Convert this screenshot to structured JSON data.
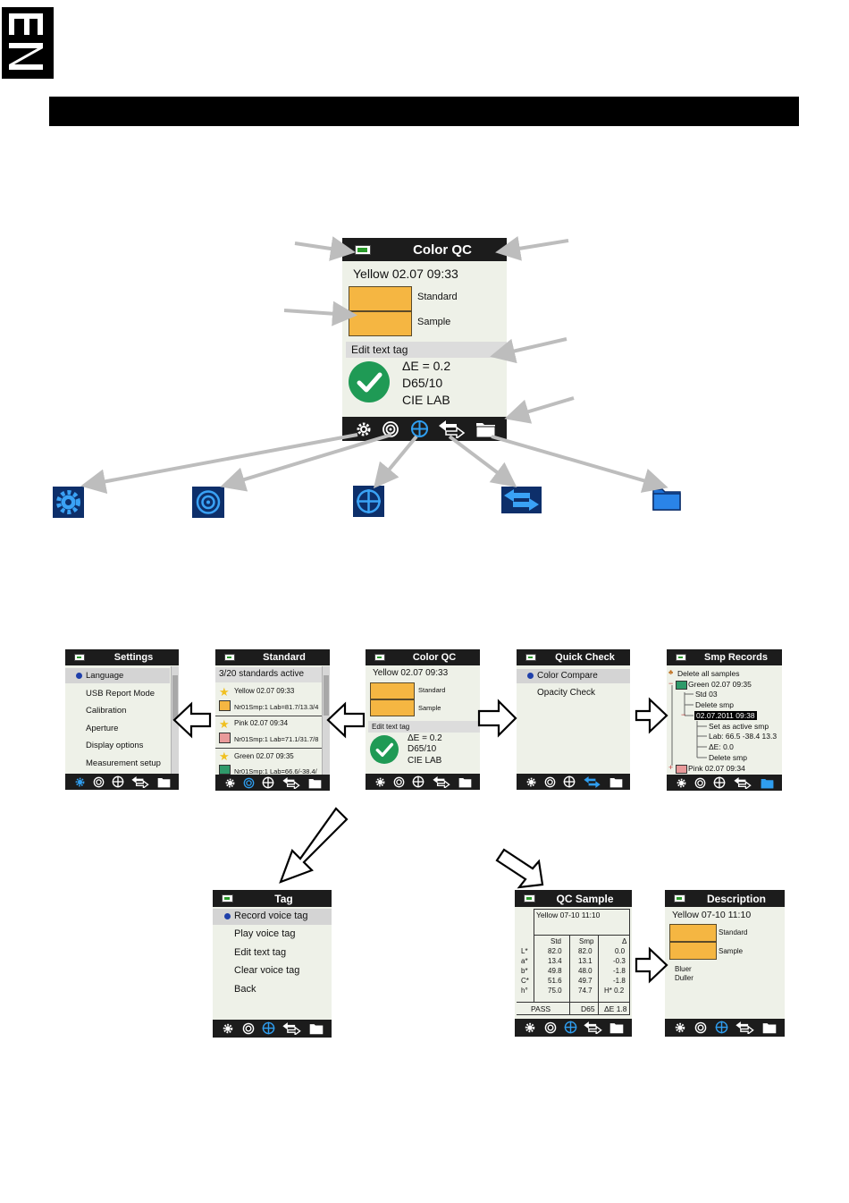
{
  "lang_tab": "EN",
  "colors": {
    "swatch_yellow": "#f5b642",
    "swatch_pink": "#e99a9a",
    "swatch_green": "#2f9a6a",
    "check_green": "#1f9a55",
    "accent_blue": "#1f6fc7",
    "arrow_gray": "#bdbdbd"
  },
  "icons": [
    "gear-icon",
    "target-icon",
    "crosshair-icon",
    "exchange-arrows-icon",
    "folder-icon"
  ],
  "main_screen": {
    "title": "Color QC",
    "sample_name": "Yellow 02.07 09:33",
    "standard_label": "Standard",
    "sample_label": "Sample",
    "edit_tag": "Edit text tag",
    "delta_e": "ΔE = 0.2",
    "illuminant": "D65/10",
    "color_space": "CIE LAB"
  },
  "settings_screen": {
    "title": "Settings",
    "items": [
      "Language",
      "USB Report Mode",
      "Calibration",
      "Aperture",
      "Display options",
      "Measurement setup"
    ]
  },
  "standard_screen": {
    "title": "Standard",
    "status": "3/20 standards active",
    "rows": [
      "Yellow 02.07 09:33",
      "Nr01Smp:1 Lab=81.7/13.3/4",
      "Pink 02.07 09:34",
      "Nr01Smp:1 Lab=71.1/31.7/8",
      "Green 02.07 09:35",
      "Nr01Smp:1 Lab=66.6/-38.4/"
    ]
  },
  "colorqc_small": {
    "title": "Color QC",
    "sample_name": "Yellow 02.07 09:33",
    "standard_label": "Standard",
    "sample_label": "Sample",
    "edit_tag": "Edit text tag",
    "delta_e": "ΔE = 0.2",
    "illuminant": "D65/10",
    "color_space": "CIE LAB"
  },
  "quickcheck_screen": {
    "title": "Quick Check",
    "items": [
      "Color Compare",
      "Opacity Check"
    ]
  },
  "records_screen": {
    "title": "Smp Records",
    "items": [
      "Delete all samples",
      "Green 02.07 09:35",
      "Std 03",
      "Delete smp",
      "02.07.2011 09:38",
      "Set as active smp",
      "Lab: 66.5 -38.4 13.3",
      "ΔE: 0.0",
      "Delete smp",
      "Pink 02.07 09:34"
    ]
  },
  "tag_screen": {
    "title": "Tag",
    "items": [
      "Record voice tag",
      "Play voice tag",
      "Edit text tag",
      "Clear voice tag",
      "Back"
    ]
  },
  "qcsample_screen": {
    "title": "QC Sample",
    "sample_name": "Yellow 07-10 11:10",
    "headers": [
      "Std",
      "Smp",
      "Δ"
    ],
    "rows": [
      {
        "label": "L*",
        "std": "82.0",
        "smp": "82.0",
        "delta": "0.0"
      },
      {
        "label": "a*",
        "std": "13.4",
        "smp": "13.1",
        "delta": "-0.3"
      },
      {
        "label": "b*",
        "std": "49.8",
        "smp": "48.0",
        "delta": "-1.8"
      },
      {
        "label": "C*",
        "std": "51.6",
        "smp": "49.7",
        "delta": "-1.8"
      },
      {
        "label": "h°",
        "std": "75.0",
        "smp": "74.7",
        "delta": "H* 0.2"
      }
    ],
    "result": "PASS",
    "illuminant": "D65",
    "delta_e": "ΔE 1.8"
  },
  "description_screen": {
    "title": "Description",
    "sample_name": "Yellow 07-10 11:10",
    "standard_label": "Standard",
    "sample_label": "Sample",
    "desc_1": "Bluer",
    "desc_2": "Duller"
  }
}
